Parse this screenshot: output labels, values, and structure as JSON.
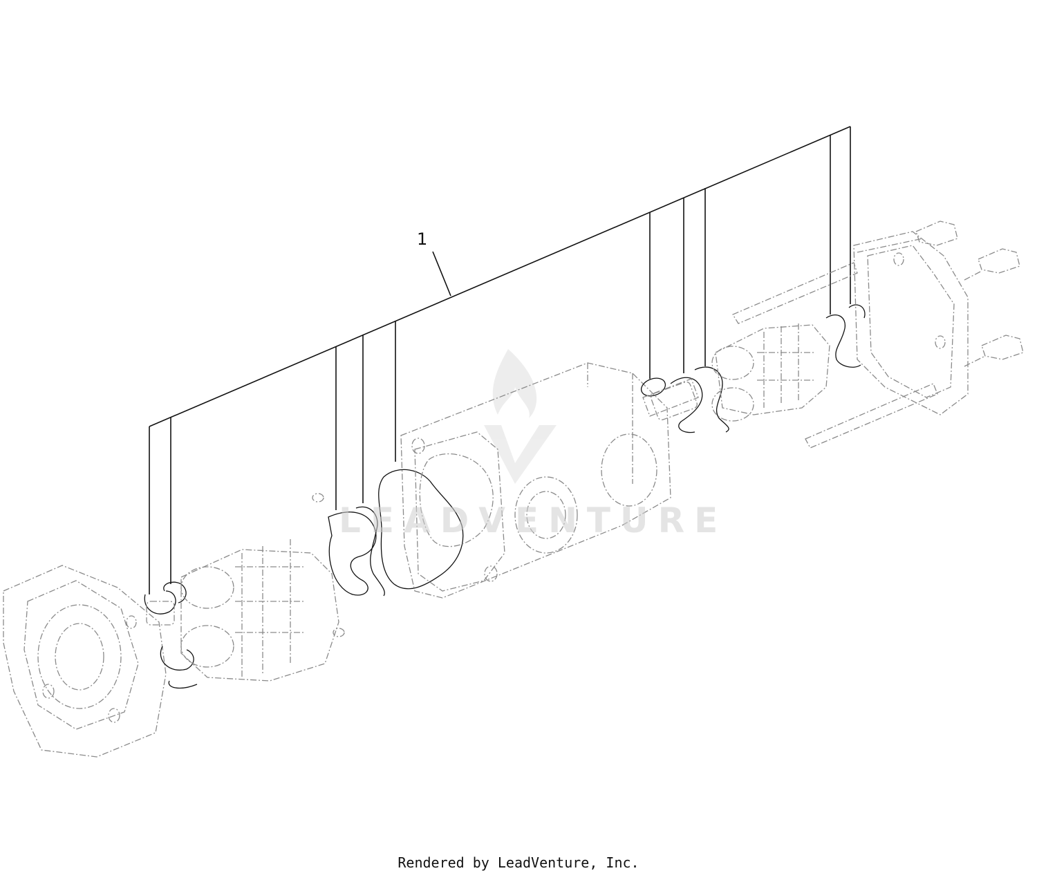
{
  "diagram": {
    "callout_number": "1",
    "watermark": "LEADVENTURE",
    "footer": "Rendered by LeadVenture, Inc.",
    "colors": {
      "line": "#111111",
      "part_outline": "#8a8a8a",
      "watermark": "#cfcfcf"
    },
    "icons": [
      "leadventure-logo-watermark-icon"
    ]
  }
}
